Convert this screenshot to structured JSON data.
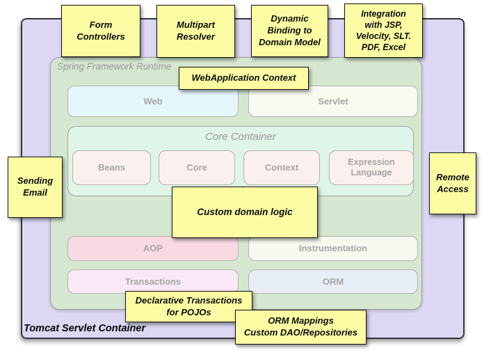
{
  "containers": {
    "tomcat_label": "Tomcat Servlet Container",
    "runtime_label": "Spring Framework Runtime",
    "core_container_label": "Core Container"
  },
  "modules": {
    "web": "Web",
    "servlet": "Servlet",
    "beans": "Beans",
    "core": "Core",
    "context": "Context",
    "expression_language": "Expression\nLanguage",
    "aop": "AOP",
    "instrumentation": "Instrumentation",
    "transactions": "Transactions",
    "orm": "ORM"
  },
  "notes": {
    "form_controllers": "Form\nControllers",
    "multipart_resolver": "Multipart\nResolver",
    "dynamic_binding": "Dynamic\nBinding to\nDomain Model",
    "integration": "Integration\nwith JSP,\nVelocity, SLT.\nPDF, Excel",
    "webapplication_context": "WebApplication Context",
    "sending_email": "Sending\nEmail",
    "remote_access": "Remote\nAccess",
    "custom_domain_logic": "Custom domain logic",
    "declarative_transactions": "Declarative Transactions\nfor POJOs",
    "orm_mappings": "ORM Mappings\nCustom DAO/Repositories"
  },
  "colors": {
    "note_bg": "#fbfba3",
    "outer_container_bg": "#dcd7f3",
    "runtime_bg": "#d5e7d0",
    "core_container_bg": "#def5e7",
    "web_bg": "#e6f7fb",
    "servlet_bg": "#f8faef",
    "inner_bean_bg": "#faf0ed",
    "aop_bg": "#f9dae3",
    "instrumentation_bg": "#f6faee",
    "transactions_bg": "#f9e8f5",
    "orm_bg": "#e8eef8"
  }
}
